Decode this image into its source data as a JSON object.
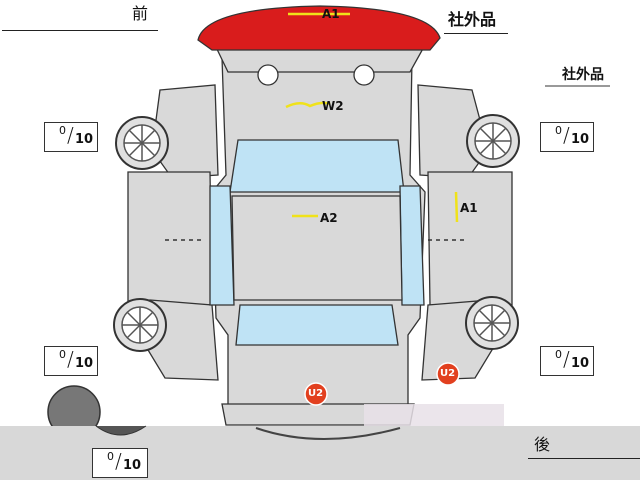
{
  "labels": {
    "front": "前",
    "rear": "後",
    "aftermarket_top": "社外品",
    "aftermarket_right": "社外品"
  },
  "tires": [
    {
      "id": "front-left",
      "value": "0",
      "max": "10"
    },
    {
      "id": "front-right",
      "value": "0",
      "max": "10"
    },
    {
      "id": "rear-left",
      "value": "0",
      "max": "10"
    },
    {
      "id": "rear-right",
      "value": "0",
      "max": "10"
    },
    {
      "id": "spare",
      "value": "0",
      "max": "10"
    }
  ],
  "damage_marks": [
    {
      "id": "front-spoiler",
      "code": "A1"
    },
    {
      "id": "hood",
      "code": "W2"
    },
    {
      "id": "roof",
      "code": "A2"
    },
    {
      "id": "right-side",
      "code": "A1"
    },
    {
      "id": "rear-left",
      "code": "U2"
    },
    {
      "id": "rear-right",
      "code": "U2"
    }
  ],
  "colors": {
    "body": "#d9d9d9",
    "outline": "#333333",
    "glass": "#bfe3f5",
    "spoiler": "#d91c1c",
    "u2_badge": "#e2401f",
    "scratch": "#f0e21a"
  }
}
